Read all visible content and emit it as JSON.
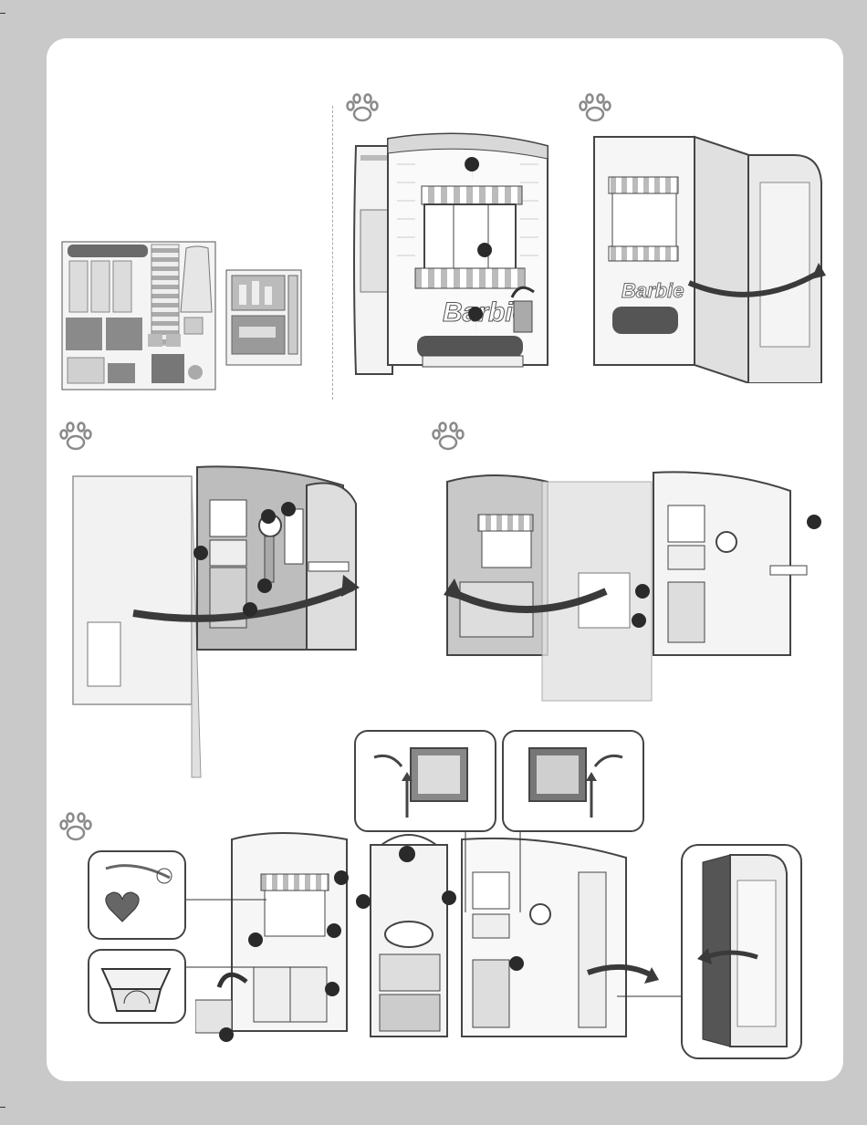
{
  "page": {
    "background": "#c9c9c9",
    "card_color": "#ffffff",
    "ink_color": "#3a3a3a",
    "panel_tint": "#d9d9d9"
  },
  "icons": {
    "step_marker": "paw-print-icon",
    "pin": "location-pin-icon",
    "arrow": "curved-arrow-icon"
  },
  "steps": [
    {
      "id": "step-1",
      "icon": "paw-print-icon"
    },
    {
      "id": "step-2",
      "icon": "paw-print-icon"
    },
    {
      "id": "step-3",
      "icon": "paw-print-icon"
    },
    {
      "id": "step-4",
      "icon": "paw-print-icon"
    },
    {
      "id": "step-5",
      "icon": "paw-print-icon"
    }
  ],
  "brand_logo_text": "Barbie"
}
